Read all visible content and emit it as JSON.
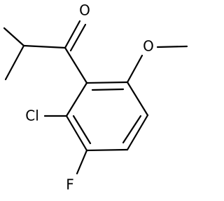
{
  "molecule": {
    "atoms": {
      "oxygen_carbonyl": "O",
      "oxygen_methoxy": "O",
      "chlorine": "Cl",
      "fluorine": "F"
    }
  }
}
